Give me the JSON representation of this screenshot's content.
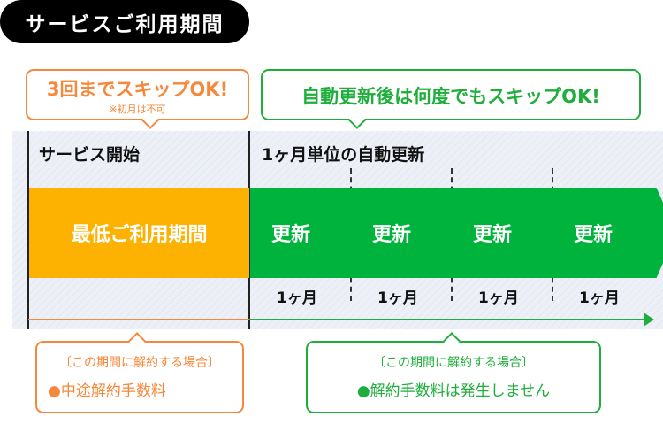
{
  "title": "サービスご利用期間",
  "top_callouts": {
    "left": {
      "main": "3回までスキップOK!",
      "note": "※初月は不可"
    },
    "right": {
      "main": "自動更新後は何度でもスキップOK!"
    }
  },
  "timeline": {
    "start_label": "サービス開始",
    "renewal_label": "1ヶ月単位の自動更新",
    "min_period": "最低ご利用期間",
    "renewals": [
      {
        "label": "更新",
        "month": "1ヶ月"
      },
      {
        "label": "更新",
        "month": "1ヶ月"
      },
      {
        "label": "更新",
        "month": "1ヶ月"
      },
      {
        "label": "更新",
        "month": "1ヶ月"
      }
    ]
  },
  "bottom_callouts": {
    "left": {
      "heading": "〔この期間に解約する場合〕",
      "item": "●中途解約手数料"
    },
    "right": {
      "heading": "〔この期間に解約する場合〕",
      "item": "●解約手数料は発生しません"
    }
  },
  "colors": {
    "orange": "#f5883a",
    "yellow": "#fdb100",
    "green": "#00b33c"
  }
}
